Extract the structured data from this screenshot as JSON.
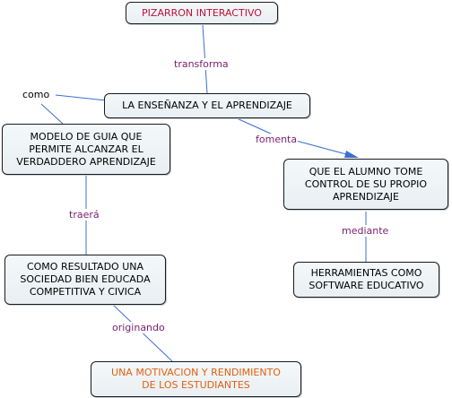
{
  "colors": {
    "line": "#3a6fd0",
    "linking_phrase": "#7a1e6e",
    "title": "#c0103a",
    "highlight": "#e06010",
    "text": "#000000"
  },
  "concepts": {
    "pizarron": "PIZARRON INTERACTIVO",
    "ensenanza": "LA ENSEÑANZA Y EL APRENDIZAJE",
    "modelo": "MODELO DE GUIA QUE\nPERMITE ALCANZAR  EL\nVERDADDERO APRENDIZAJE",
    "alumno": "QUE EL ALUMNO TOME\nCONTROL DE SU PROPIO\nAPRENDIZAJE",
    "herramientas": "HERRAMIENTAS COMO\nSOFTWARE EDUCATIVO",
    "resultado": "COMO RESULTADO UNA\nSOCIEDAD BIEN EDUCADA\nCOMPETITIVA Y CIVICA",
    "motivacion": "UNA MOTIVACION Y RENDIMIENTO\nDE LOS ESTUDIANTES"
  },
  "links": {
    "transforma": "transforma",
    "como": "como",
    "fomenta": "fomenta",
    "traera": "traerá",
    "mediante": "mediante",
    "originando": "originando"
  }
}
